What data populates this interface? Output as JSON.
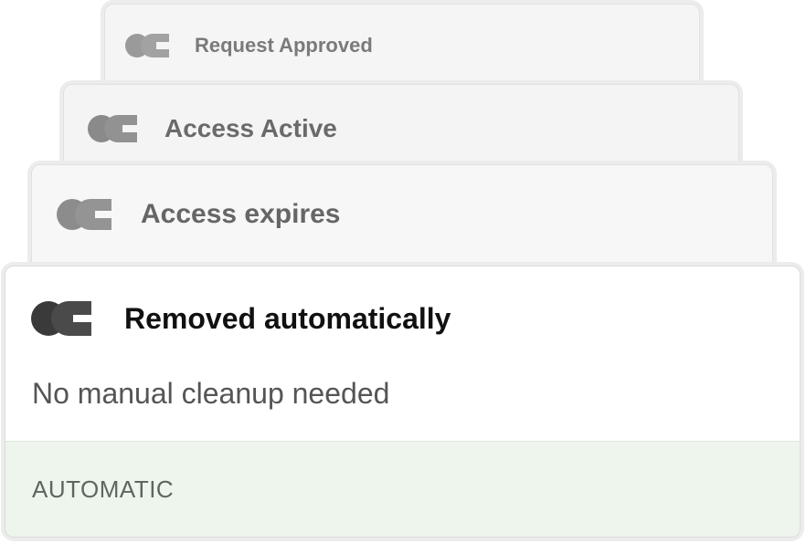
{
  "steps": [
    {
      "title": "Request Approved",
      "icon": "brand-logo-icon"
    },
    {
      "title": "Access Active",
      "icon": "brand-logo-icon"
    },
    {
      "title": "Access expires",
      "icon": "brand-logo-icon"
    }
  ],
  "final_step": {
    "title": "Removed automatically",
    "description": "No manual cleanup needed",
    "tag": "AUTOMATIC",
    "icon": "brand-logo-icon"
  },
  "colors": {
    "footer_bg": "#edf5ec",
    "logo_front": "#3c3c3c",
    "logo_back": "#8a8a8a"
  }
}
